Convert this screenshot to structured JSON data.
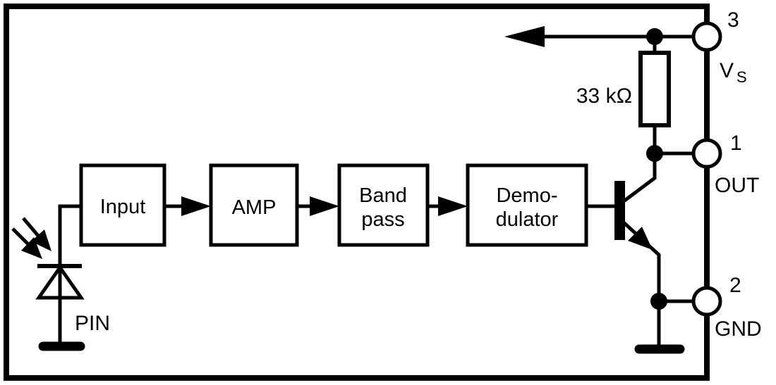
{
  "colors": {
    "ink": "#000000",
    "background": "#ffffff"
  },
  "blocks": {
    "input": {
      "label": "Input"
    },
    "amp": {
      "label": "AMP"
    },
    "bandpass": {
      "line1": "Band",
      "line2": "pass"
    },
    "demodulator": {
      "line1": "Demo-",
      "line2": "dulator"
    }
  },
  "components": {
    "resistor_value": "33 kΩ",
    "photodiode_label": "PIN"
  },
  "pins": {
    "vs": {
      "number": "3",
      "name_main": "V",
      "name_sub": "S"
    },
    "out": {
      "number": "1",
      "name": "OUT"
    },
    "gnd": {
      "number": "2",
      "name": "GND"
    }
  }
}
